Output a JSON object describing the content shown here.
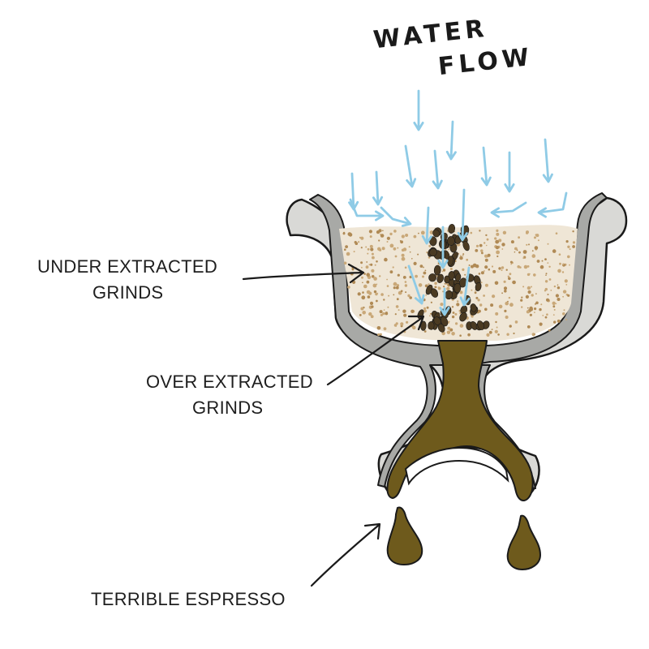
{
  "title": {
    "line1": "WATER",
    "line2": "FLOW"
  },
  "labels": {
    "under_line1": "UNDER EXTRACTED",
    "under_line2": "GRINDS",
    "over_line1": "OVER EXTRACTED",
    "over_line2": "GRINDS",
    "espresso": "TERRIBLE ESPRESSO"
  },
  "colors": {
    "basket_outer": "#d9d9d6",
    "basket_inner": "#a8a9a6",
    "coffee_bed": "#efe6d6",
    "speckle": "#b08a55",
    "channel_grind": "#4a3a22",
    "espresso": "#6e5a1c",
    "water_arrow": "#8fcbe6",
    "ink": "#1a1a1a"
  }
}
